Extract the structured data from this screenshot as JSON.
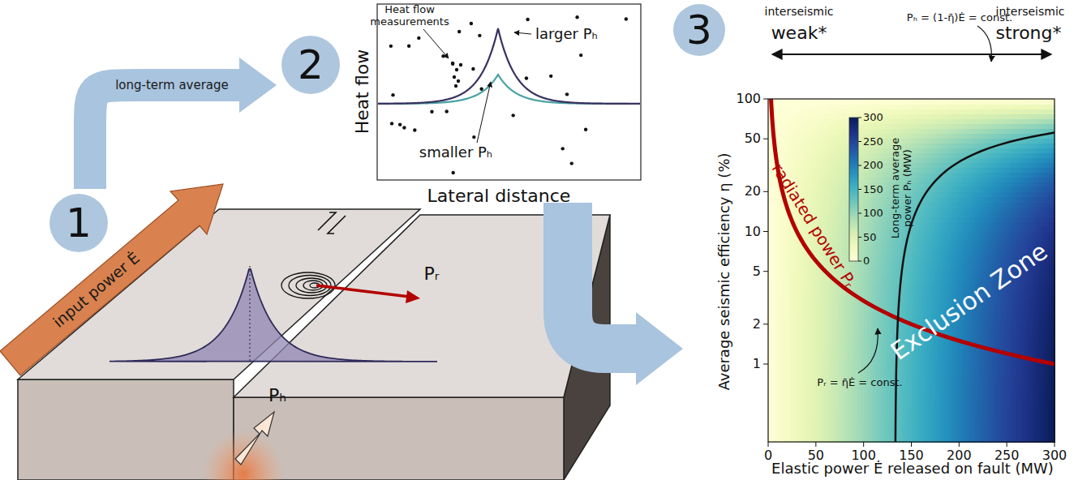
{
  "diagram": {
    "nodes": [
      {
        "text": [
          "1"
        ]
      },
      {
        "text": [
          "2"
        ]
      },
      {
        "text": [
          "3"
        ]
      }
    ],
    "edges": [
      {
        "from": 0,
        "to": 1,
        "arrow": "to",
        "label": "long-term average"
      }
    ],
    "labels": [
      "input power Ė",
      "Pᵣ",
      "Pₕ",
      "Heat flow measurements",
      "larger Pₕ",
      "smaller Pₕ",
      "Heat flow",
      "Lateral distance",
      "interseismic",
      "weak*",
      "interseismic",
      "strong*",
      "Pₕ = (1-η̄)Ė = const.",
      "Long-term average power Pₕ (MW)",
      "300",
      "250",
      "200",
      "150",
      "100",
      "50",
      "0",
      "radiated power Pᵣ",
      "Exclusion Zone",
      "Pᵣ = η̄Ė = const.",
      "100",
      "50",
      "20",
      "10",
      "5",
      "2",
      "1",
      "0",
      "50",
      "100",
      "150",
      "200",
      "250",
      "300",
      "Average seismic efficiency η (%)",
      "Elastic power Ė released on fault (MW)"
    ]
  }
}
